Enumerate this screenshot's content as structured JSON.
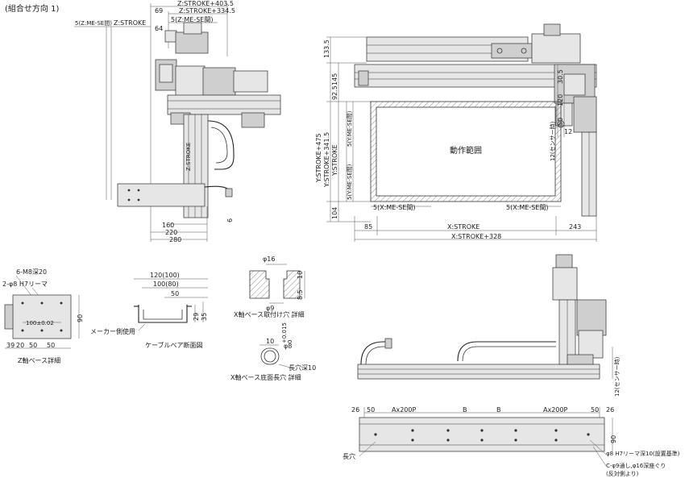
{
  "header": {
    "title": "(組合せ方向 1)"
  },
  "front_view": {
    "top_dims": [
      "Z:STROKE+403.5",
      "Z:STROKE+334.5",
      "69",
      "5(Z:ME-SE間)",
      "64"
    ],
    "left_labels": [
      "5(Z:ME-SE間)",
      "Z:STROKE"
    ],
    "bottom_dims": [
      "160",
      "220",
      "280"
    ],
    "side_dims": [
      "Z:STROKE",
      "6"
    ]
  },
  "top_view": {
    "left_dims": [
      "133.5",
      "145",
      "92.5",
      "104",
      "Y:STROKE+475",
      "Y:STROKE+341.5",
      "Y:STROKE",
      "5(Y:ME-SE間)",
      "5(Y:ME-SE間)"
    ],
    "right_dims": [
      "30.5",
      "120",
      "50",
      "12",
      "12(センサー時)"
    ],
    "area_label": "動作範囲",
    "area_dims": [
      "5(X:ME-SE間)",
      "5(X:ME-SE間)"
    ],
    "bottom_dims": [
      "85",
      "X:STROKE",
      "243",
      "X:STROKE+328"
    ]
  },
  "z_base": {
    "labels": [
      "6-M8深20",
      "2-φ8 H7リーマ",
      "100±0.02"
    ],
    "dims": [
      "39",
      "20",
      "50",
      "50",
      "90"
    ],
    "caption": "Z軸ベース詳細"
  },
  "cable_bearer": {
    "dims": [
      "120(100)",
      "100(80)",
      "50",
      "29",
      "35"
    ],
    "side_label": "メーカー側使用",
    "caption": "ケーブルベア断面図"
  },
  "x_mount": {
    "dims": [
      "φ16",
      "φ9",
      "10",
      "8.5"
    ],
    "caption": "X軸ベース取付け穴 詳細"
  },
  "x_slot": {
    "dims": [
      "10",
      "φ8",
      "+0.015",
      "0",
      "長穴深10"
    ],
    "caption": "X軸ベース底面長穴 詳細"
  },
  "side_view": {
    "dims": [
      "12(センサー時)"
    ]
  },
  "base_view": {
    "dims": [
      "26",
      "50",
      "Ax200P",
      "B",
      "B",
      "Ax200P",
      "50",
      "26",
      "90"
    ],
    "notes": [
      "長穴",
      "φ8 H7リーマ深10(設置基準)",
      "C-φ9通し,φ16深座ぐり",
      "(反対側より)"
    ]
  }
}
